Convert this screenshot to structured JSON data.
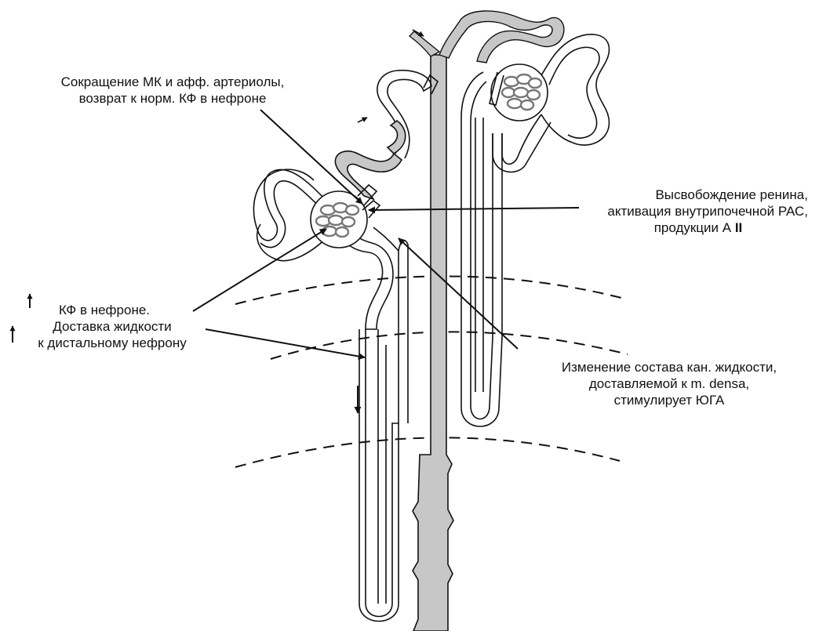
{
  "labels": {
    "contraction": {
      "line1": "Сокращение МК и афф. артериолы,",
      "line2": "возврат к норм. КФ в нефроне"
    },
    "renin": {
      "line1": "Высвобождение ренина,",
      "line2": "активация внутрипочечной РАС,",
      "line3_prefix": "продукции А ",
      "line3_suffix": "II"
    },
    "gfr": {
      "line1": "КФ в нефроне.",
      "line2": "Доставка жидкости",
      "line3": "к дистальному нефрону"
    },
    "composition": {
      "line1": "Изменение состава кан. жидкости,",
      "line2": "доставляемой к m. densa,",
      "line3": "стимулирует ЮГА"
    }
  },
  "colors": {
    "ink": "#111111",
    "duct_fill": "#c7c7c7",
    "glomerulus_fill": "#9a9a9a",
    "background": "#ffffff"
  }
}
